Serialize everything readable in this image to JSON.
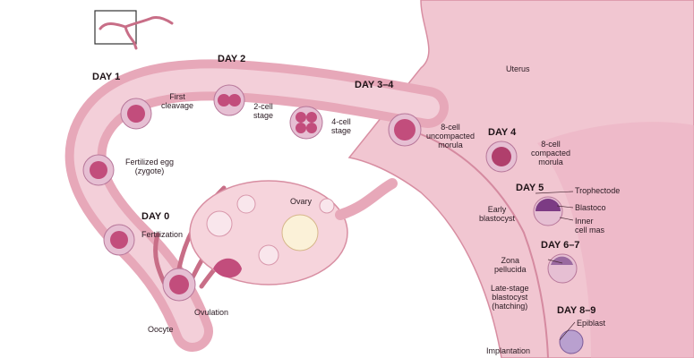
{
  "colors": {
    "uterus": "#f1c6d1",
    "uterus_edge": "#d88ea2",
    "tube": "#e7a8b9",
    "tube_dark": "#c86e87",
    "cell_fill": "#c24d7c",
    "cell_ring": "#e6bfd3",
    "ovary": "#f6d4dc"
  },
  "days": {
    "d1": "DAY 1",
    "d2": "DAY 2",
    "d34": "DAY 3–4",
    "d4": "DAY 4",
    "d0": "DAY 0",
    "d5": "DAY 5",
    "d67": "DAY 6–7",
    "d89": "DAY 8–9"
  },
  "labels": {
    "uterus": "Uterus",
    "ovary": "Ovary",
    "first_cleavage": [
      "First",
      "cleavage"
    ],
    "two_cell": [
      "2-cell",
      "stage"
    ],
    "four_cell": [
      "4-cell",
      "stage"
    ],
    "eight_uncompacted": [
      "8-cell",
      "uncompacted",
      "morula"
    ],
    "eight_compacted": [
      "8-cell",
      "compacted",
      "morula"
    ],
    "zygote": [
      "Fertilized egg",
      "(zygote)"
    ],
    "fertilization": "Fertilization",
    "oocyte": "Oocyte",
    "ovulation": "Ovulation",
    "early_blastocyst": [
      "Early",
      "blastocyst"
    ],
    "trophectoderm": "Trophectode",
    "blastocoel": "Blastoco",
    "inner_cell_mass": [
      "Inner",
      "cell mas"
    ],
    "zona": [
      "Zona",
      "pellucida"
    ],
    "late_blastocyst": [
      "Late-stage",
      "blastocyst",
      "(hatching)"
    ],
    "epiblast": "Epiblast",
    "implantation": "Implantation"
  }
}
